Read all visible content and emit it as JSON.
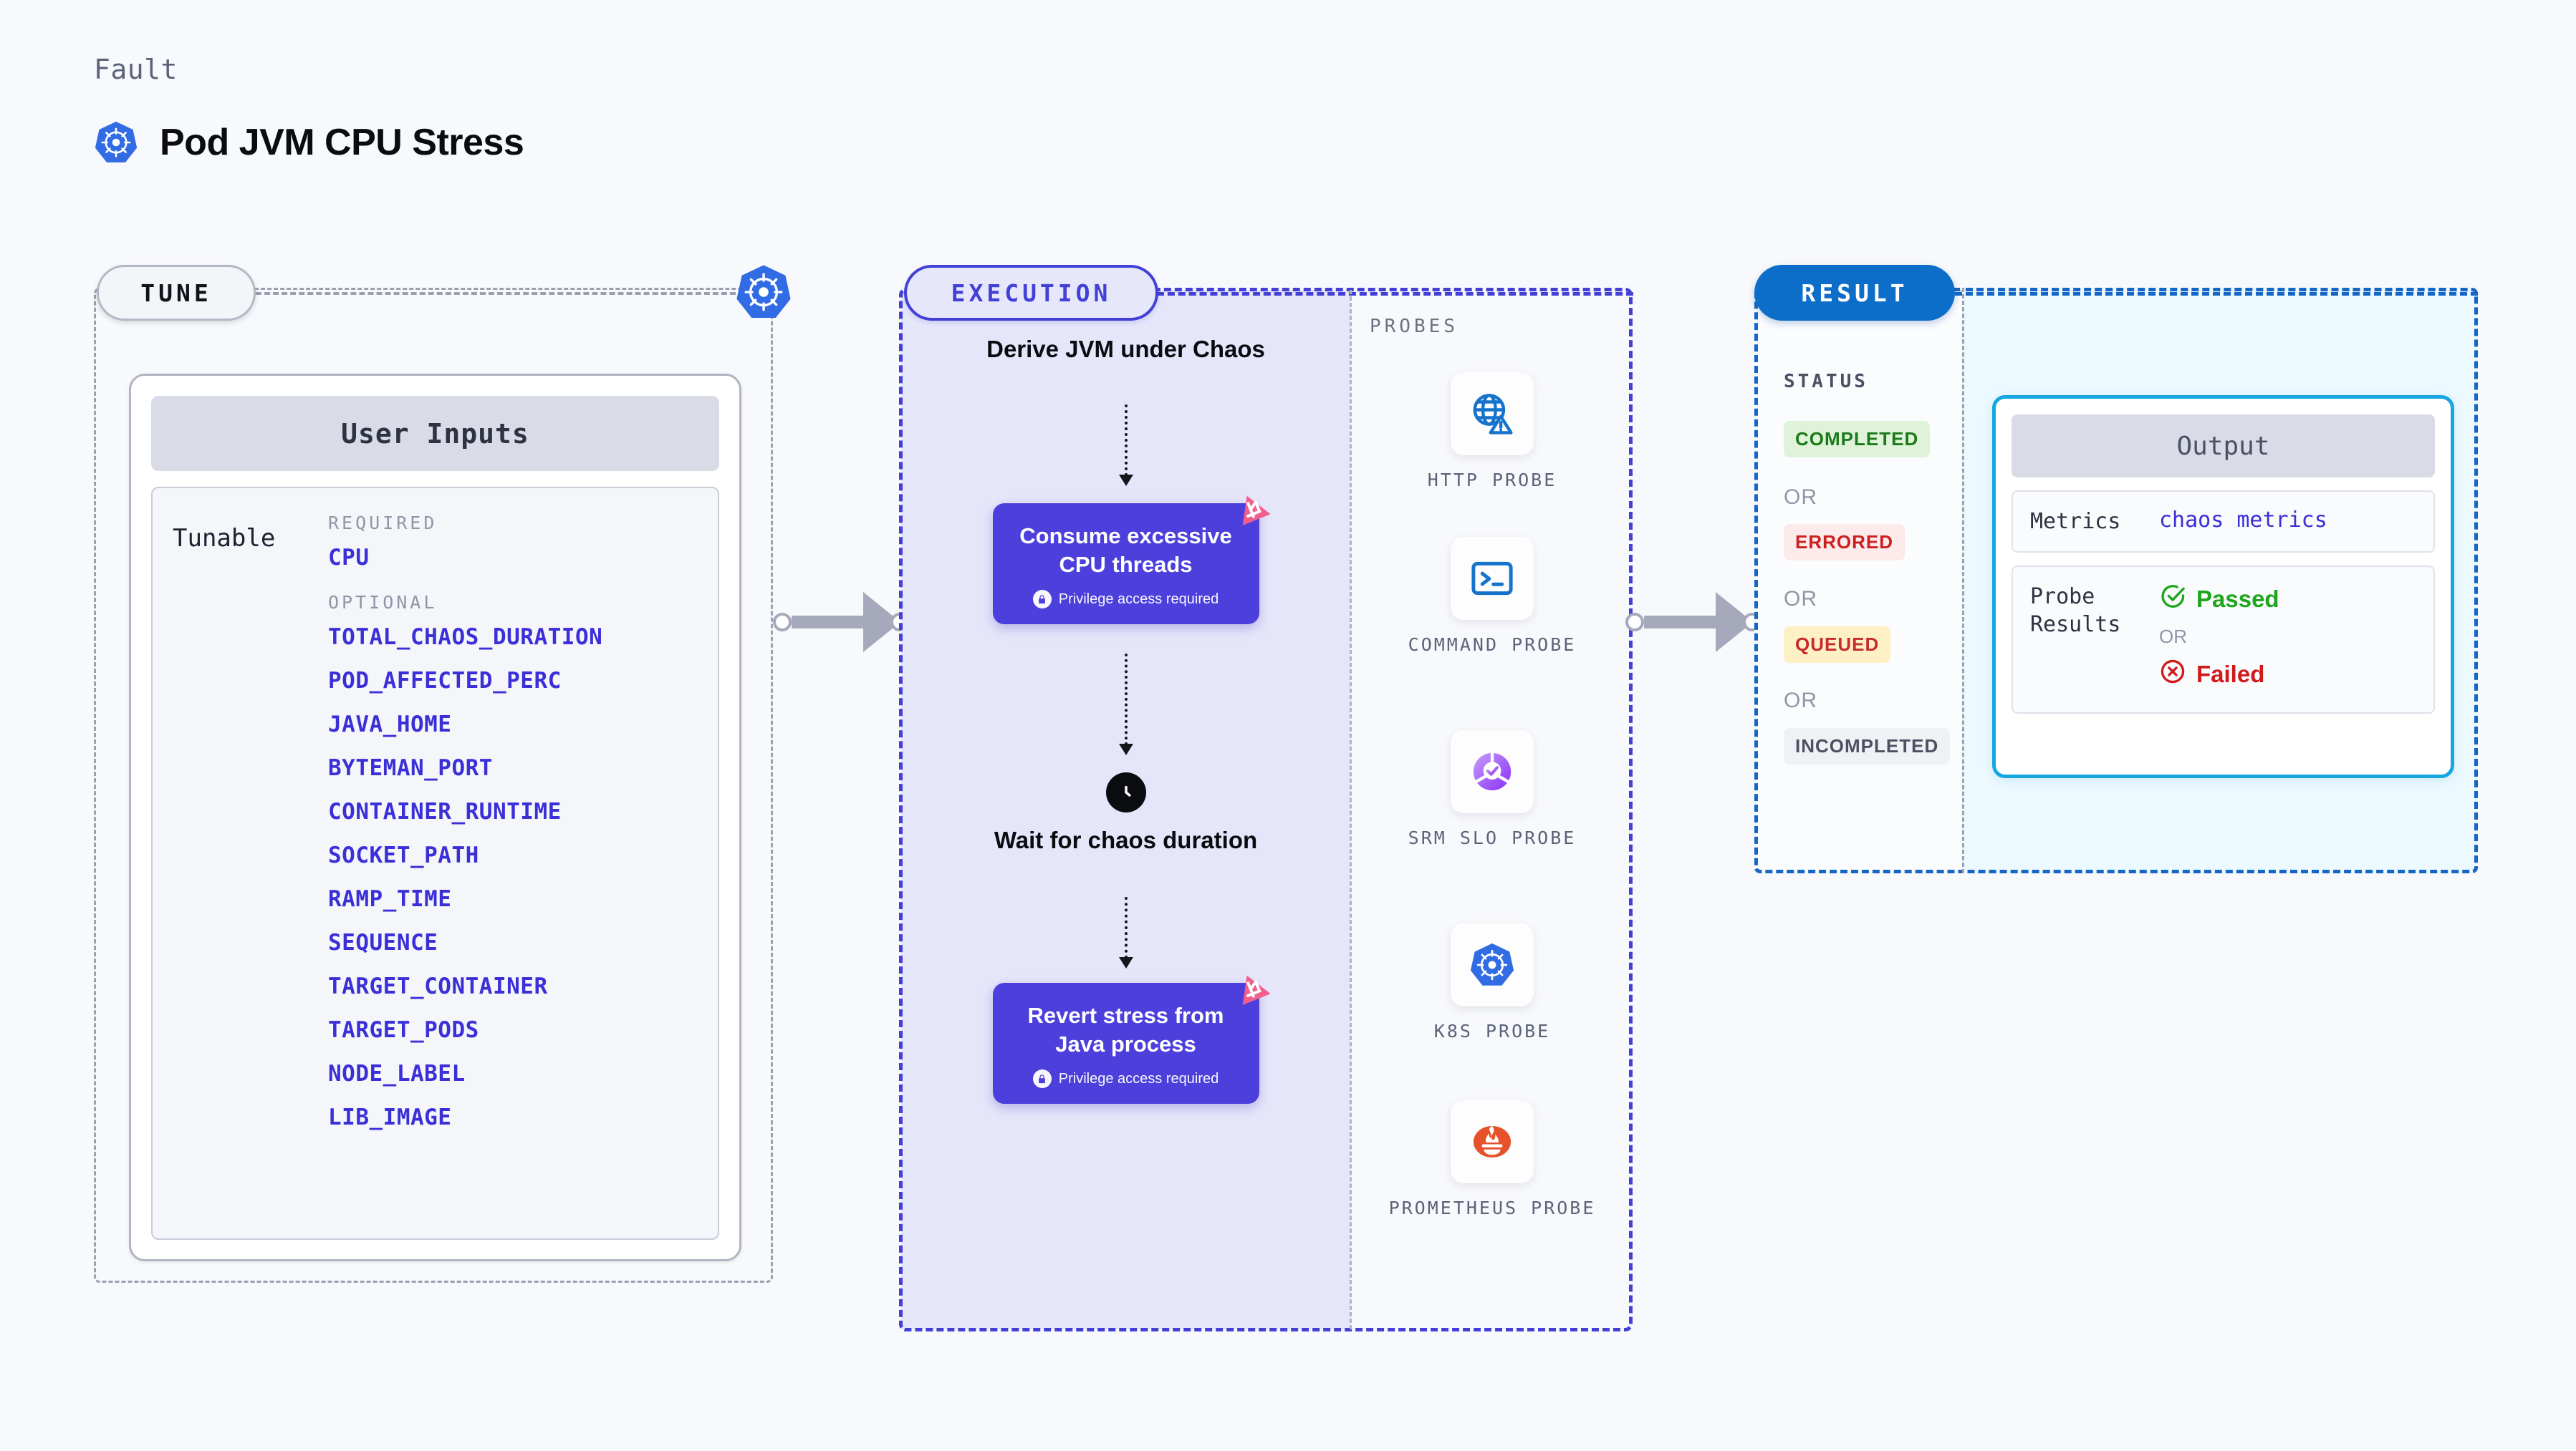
{
  "header": {
    "eyebrow": "Fault",
    "title": "Pod JVM CPU Stress",
    "icon": "kubernetes-icon"
  },
  "tune": {
    "badge": "TUNE",
    "k8s_icon": "kubernetes-icon",
    "card": {
      "title": "User Inputs",
      "row_label": "Tunable",
      "groups": [
        {
          "heading": "REQUIRED",
          "items": [
            "CPU"
          ]
        },
        {
          "heading": "OPTIONAL",
          "items": [
            "TOTAL_CHAOS_DURATION",
            "POD_AFFECTED_PERC",
            "JAVA_HOME",
            "BYTEMAN_PORT",
            "CONTAINER_RUNTIME",
            "SOCKET_PATH",
            "RAMP_TIME",
            "SEQUENCE",
            "TARGET_CONTAINER",
            "TARGET_PODS",
            "NODE_LABEL",
            "LIB_IMAGE"
          ]
        }
      ]
    }
  },
  "execution": {
    "badge": "EXECUTION",
    "steps": [
      {
        "kind": "label",
        "text": "Derive JVM under Chaos"
      },
      {
        "kind": "card",
        "text": "Consume excessive CPU threads",
        "note": "Privilege access required",
        "badge": "litmus-icon"
      },
      {
        "kind": "clock",
        "text": "Wait for chaos duration"
      },
      {
        "kind": "card",
        "text": "Revert stress from Java process",
        "note": "Privilege access required",
        "badge": "litmus-icon"
      }
    ],
    "probes": {
      "title": "PROBES",
      "items": [
        {
          "label": "HTTP PROBE",
          "icon": "globe-warning-icon"
        },
        {
          "label": "COMMAND PROBE",
          "icon": "terminal-icon"
        },
        {
          "label": "SRM SLO PROBE",
          "icon": "srm-slo-icon"
        },
        {
          "label": "K8S PROBE",
          "icon": "kubernetes-icon"
        },
        {
          "label": "PROMETHEUS PROBE",
          "icon": "prometheus-icon"
        }
      ]
    }
  },
  "result": {
    "badge": "RESULT",
    "status_heading": "STATUS",
    "or_text": "OR",
    "statuses": [
      {
        "label": "COMPLETED",
        "bg": "#dff3d8",
        "fg": "#1b7a1b"
      },
      {
        "label": "ERRORED",
        "bg": "#fdeaea",
        "fg": "#cc2020"
      },
      {
        "label": "QUEUED",
        "bg": "#fdf0c4",
        "fg": "#c92a2a"
      },
      {
        "label": "INCOMPLETED",
        "bg": "#f0f1f5",
        "fg": "#4b5162"
      }
    ],
    "output": {
      "title": "Output",
      "metrics_key": "Metrics",
      "metrics_value": "chaos metrics",
      "probe_key": "Probe Results",
      "passed": "Passed",
      "or_text": "OR",
      "failed": "Failed"
    }
  },
  "colors": {
    "accent_blue": "#4340d6",
    "card_purple": "#4c3fdb",
    "result_blue": "#0d6ec9",
    "output_cyan": "#16a7e0",
    "tunable_link": "#3b2fd8",
    "pass_green": "#1ca61c",
    "fail_red": "#d01b1b",
    "litmus_pink": "#f25f8d"
  }
}
